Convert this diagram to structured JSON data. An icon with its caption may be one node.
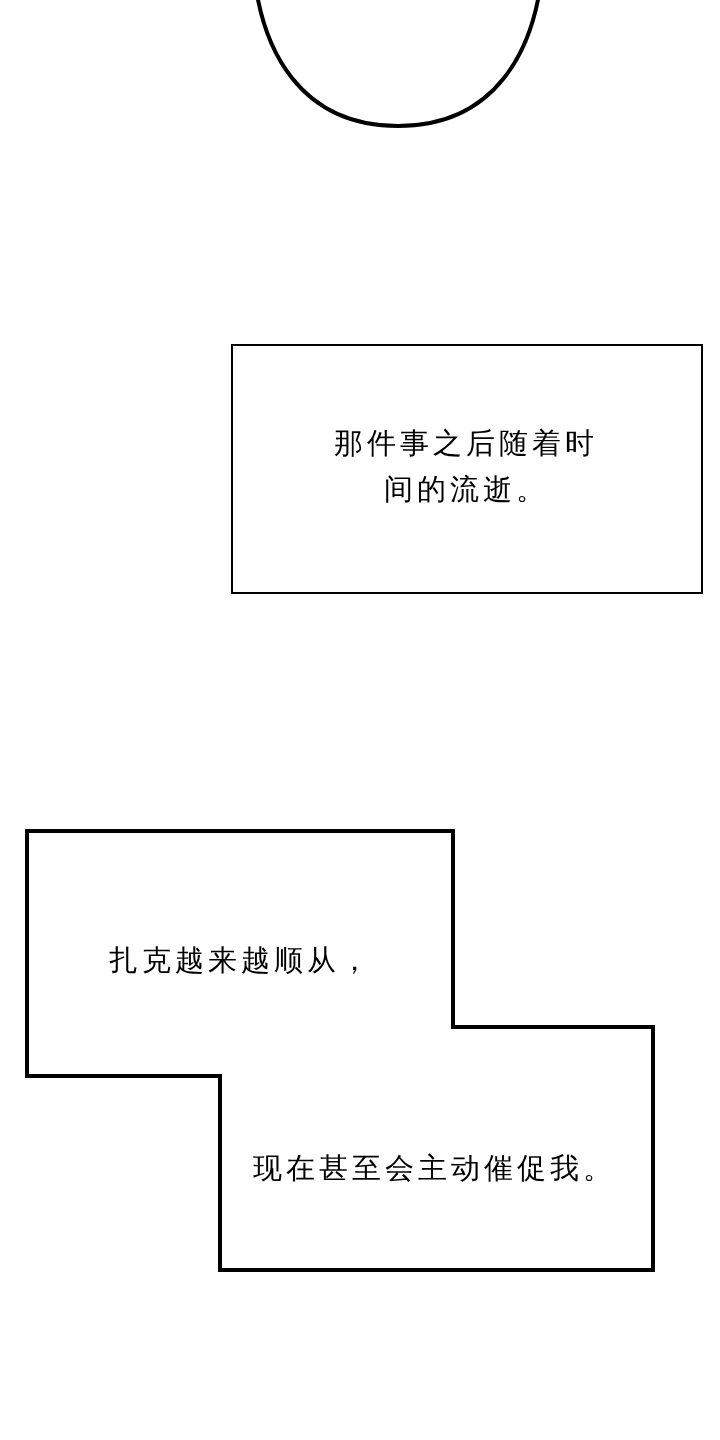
{
  "diagram": {
    "nodes": [
      {
        "text": [],
        "shape": "bubble"
      },
      {
        "text": [
          "那件事之后随着时间的流逝。"
        ]
      },
      {
        "text": [
          "扎克越来越顺从，",
          "现在甚至会主动催促我。"
        ]
      }
    ]
  }
}
